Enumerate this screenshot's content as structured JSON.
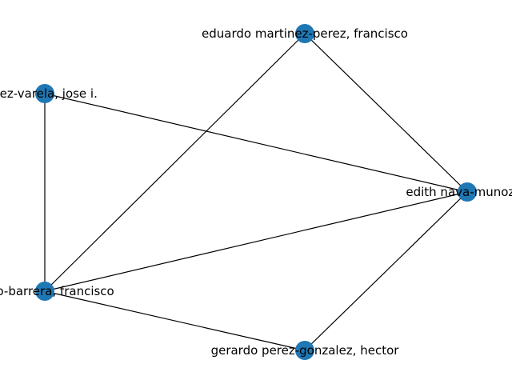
{
  "graph": {
    "node_color": "#1f77b4",
    "edge_color": "#000000",
    "nodes": [
      {
        "id": "n1",
        "label": "eduardo martinez-perez, francisco"
      },
      {
        "id": "n2",
        "label": "nez-varela, jose i."
      },
      {
        "id": "n3",
        "label": "edith nava-munoz, s"
      },
      {
        "id": "n4",
        "label": "stillo-barrera, francisco"
      },
      {
        "id": "n5",
        "label": "gerardo perez-gonzalez, hector"
      }
    ],
    "edges": [
      [
        "n1",
        "n3"
      ],
      [
        "n1",
        "n4"
      ],
      [
        "n2",
        "n3"
      ],
      [
        "n2",
        "n4"
      ],
      [
        "n4",
        "n3"
      ],
      [
        "n4",
        "n5"
      ],
      [
        "n5",
        "n3"
      ]
    ]
  }
}
